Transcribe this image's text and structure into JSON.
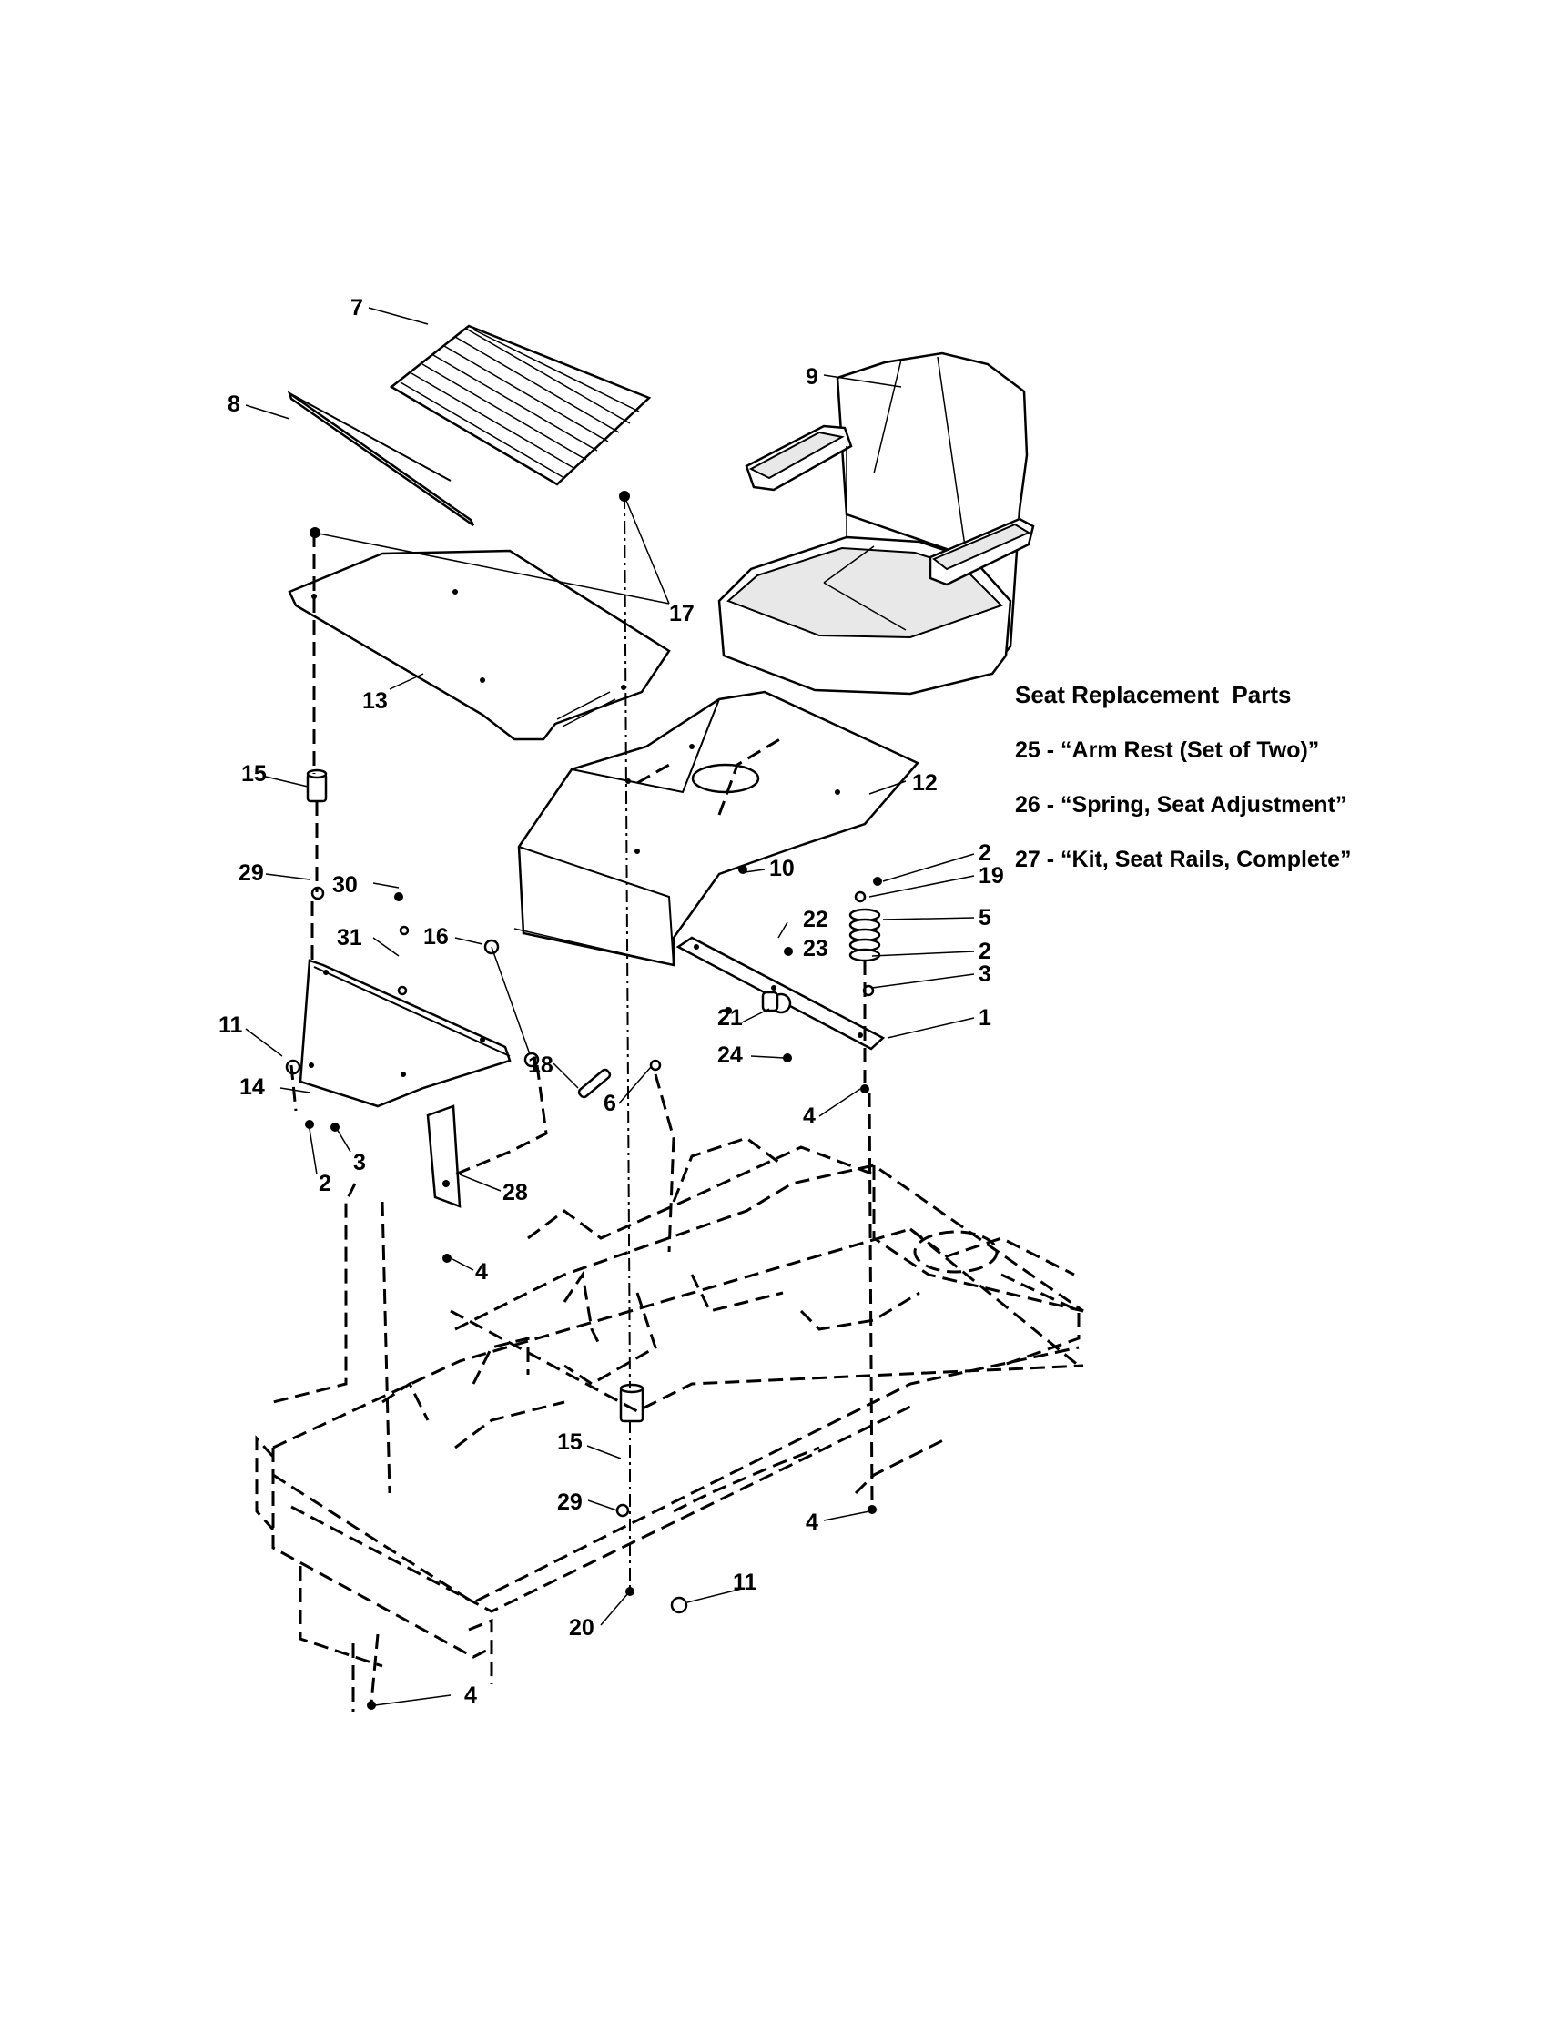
{
  "diagram": {
    "callouts": [
      {
        "id": "c7",
        "text": "7"
      },
      {
        "id": "c8",
        "text": "8"
      },
      {
        "id": "c9",
        "text": "9"
      },
      {
        "id": "c17",
        "text": "17"
      },
      {
        "id": "c13",
        "text": "13"
      },
      {
        "id": "c12",
        "text": "12"
      },
      {
        "id": "c15a",
        "text": "15"
      },
      {
        "id": "c29a",
        "text": "29"
      },
      {
        "id": "c30",
        "text": "30"
      },
      {
        "id": "c31",
        "text": "31"
      },
      {
        "id": "c16",
        "text": "16"
      },
      {
        "id": "c10",
        "text": "10"
      },
      {
        "id": "c2a",
        "text": "2"
      },
      {
        "id": "c19",
        "text": "19"
      },
      {
        "id": "c5",
        "text": "5"
      },
      {
        "id": "c22",
        "text": "22"
      },
      {
        "id": "c23",
        "text": "23"
      },
      {
        "id": "c2b",
        "text": "2"
      },
      {
        "id": "c3a",
        "text": "3"
      },
      {
        "id": "c11a",
        "text": "11"
      },
      {
        "id": "c21",
        "text": "21"
      },
      {
        "id": "c1",
        "text": "1"
      },
      {
        "id": "c24",
        "text": "24"
      },
      {
        "id": "c18",
        "text": "18"
      },
      {
        "id": "c14",
        "text": "14"
      },
      {
        "id": "c6",
        "text": "6"
      },
      {
        "id": "c4a",
        "text": "4"
      },
      {
        "id": "c3b",
        "text": "3"
      },
      {
        "id": "c2c",
        "text": "2"
      },
      {
        "id": "c28",
        "text": "28"
      },
      {
        "id": "c4b",
        "text": "4"
      },
      {
        "id": "c15b",
        "text": "15"
      },
      {
        "id": "c29b",
        "text": "29"
      },
      {
        "id": "c4c",
        "text": "4"
      },
      {
        "id": "c11b",
        "text": "11"
      },
      {
        "id": "c20",
        "text": "20"
      },
      {
        "id": "c4d",
        "text": "4"
      }
    ],
    "legend": {
      "title": "Seat Replacement  Parts",
      "items": [
        "25 - “Arm Rest (Set of Two)”",
        "26 - “Spring, Seat Adjustment”",
        "27 - “Kit, Seat Rails, Complete”"
      ]
    }
  }
}
